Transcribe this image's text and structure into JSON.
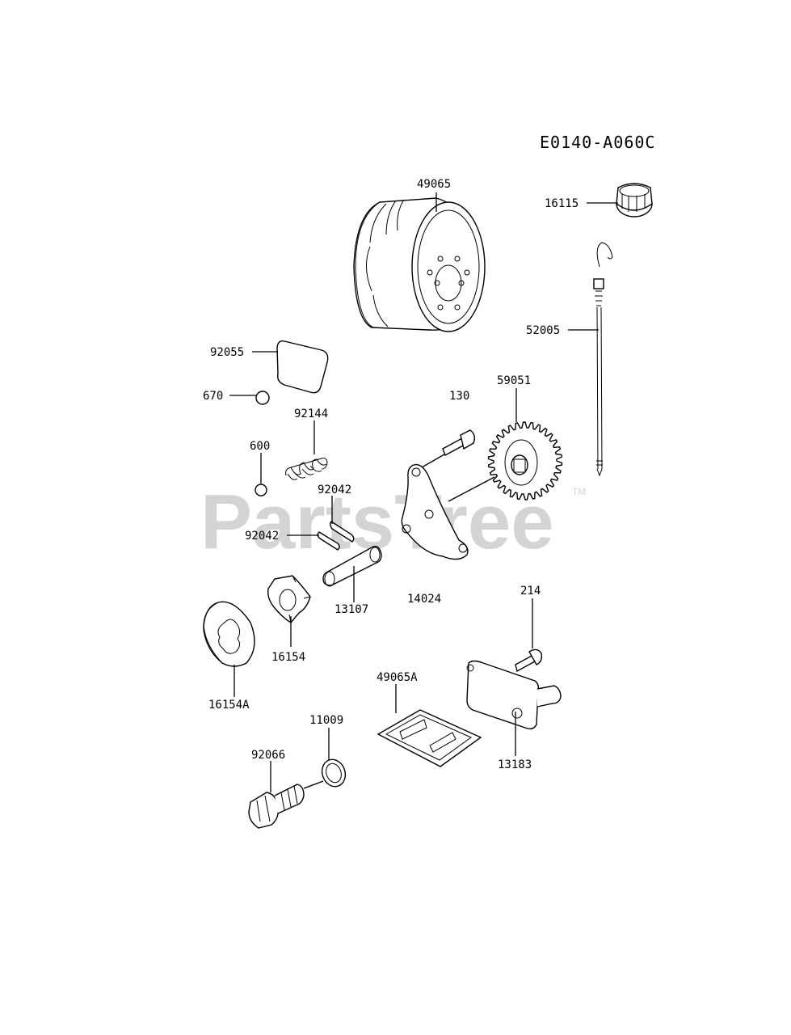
{
  "diagram": {
    "code": "E0140-A060C",
    "watermark": "PartsTree",
    "watermark_tm": "TM",
    "labels": {
      "p49065": "49065",
      "p16115": "16115",
      "p52005": "52005",
      "p92055": "92055",
      "p670": "670",
      "p92144": "92144",
      "p600": "600",
      "p130": "130",
      "p59051": "59051",
      "p92042a": "92042",
      "p92042b": "92042",
      "p13107": "13107",
      "p14024": "14024",
      "p16154": "16154",
      "p16154A": "16154A",
      "p214": "214",
      "p49065A": "49065A",
      "p13183": "13183",
      "p11009": "11009",
      "p92066": "92066"
    }
  }
}
